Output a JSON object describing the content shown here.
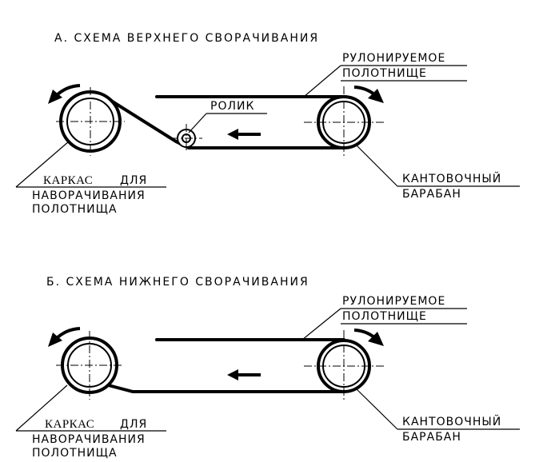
{
  "scheme_a": {
    "title": "А. СХЕМА ВЕРХНЕГО СВОРАЧИВАНИЯ",
    "web_label_line1": "РУЛОНИРУЕМОЕ",
    "web_label_line2": "ПОЛОТНИЩЕ",
    "roller_label": "РОЛИК",
    "frame_label_line1_part1": "КАРКАС",
    "frame_label_line1_part2": "ДЛЯ",
    "frame_label_line2": "НАВОРАЧИВАНИЯ",
    "frame_label_line3": "ПОЛОТНИЩА",
    "drum_label_line1": "КАНТОВОЧНЫЙ",
    "drum_label_line2": "БАРАБАН"
  },
  "scheme_b": {
    "title": "Б. СХЕМА НИЖНЕГО СВОРАЧИВАНИЯ",
    "web_label_line1": "РУЛОНИРУЕМОЕ",
    "web_label_line2": "ПОЛОТНИЩЕ",
    "frame_label_line1_part1": "КАРКАС",
    "frame_label_line1_part2": "ДЛЯ",
    "frame_label_line2": "НАВОРАЧИВАНИЯ",
    "frame_label_line3": "ПОЛОТНИЩА",
    "drum_label_line1": "КАНТОВОЧНЫЙ",
    "drum_label_line2": "БАРАБАН"
  }
}
